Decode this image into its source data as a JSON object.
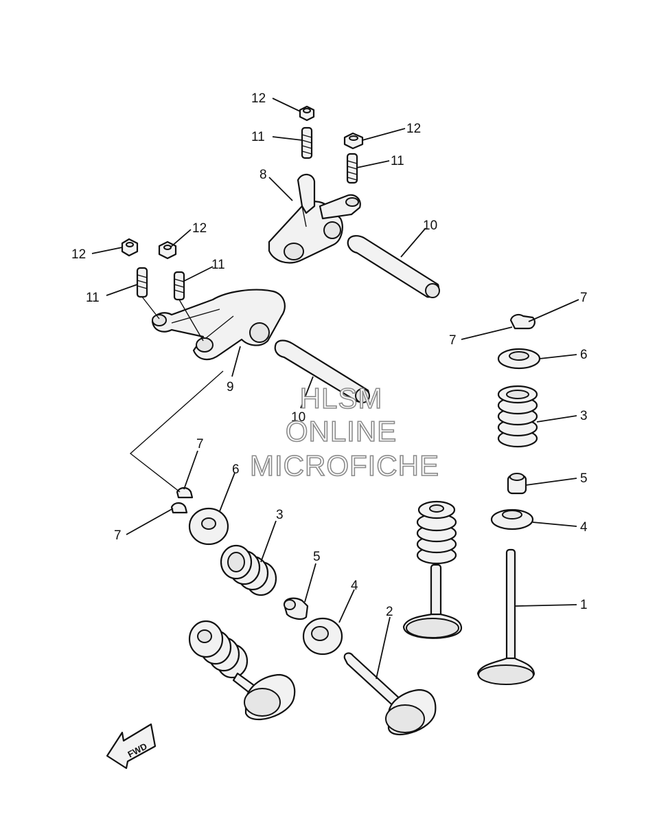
{
  "watermark": {
    "line1": "HLSM",
    "line2": "ONLINE",
    "line3": "MICROFICHE"
  },
  "direction_arrow": {
    "text": "FWD",
    "icon": "fwd-arrow-icon"
  },
  "callouts": [
    {
      "id": "c1",
      "text": "12"
    },
    {
      "id": "c2",
      "text": "11"
    },
    {
      "id": "c3",
      "text": "12"
    },
    {
      "id": "c4",
      "text": "11"
    },
    {
      "id": "c5",
      "text": "8"
    },
    {
      "id": "c6",
      "text": "10"
    },
    {
      "id": "c7",
      "text": "12"
    },
    {
      "id": "c8",
      "text": "12"
    },
    {
      "id": "c9",
      "text": "11"
    },
    {
      "id": "c10",
      "text": "11"
    },
    {
      "id": "c11",
      "text": "9"
    },
    {
      "id": "c12",
      "text": "10"
    },
    {
      "id": "c13",
      "text": "7"
    },
    {
      "id": "c14",
      "text": "7"
    },
    {
      "id": "c15",
      "text": "6"
    },
    {
      "id": "c16",
      "text": "3"
    },
    {
      "id": "c17",
      "text": "5"
    },
    {
      "id": "c18",
      "text": "4"
    },
    {
      "id": "c19",
      "text": "1"
    },
    {
      "id": "c20",
      "text": "7"
    },
    {
      "id": "c21",
      "text": "7"
    },
    {
      "id": "c22",
      "text": "6"
    },
    {
      "id": "c23",
      "text": "3"
    },
    {
      "id": "c24",
      "text": "5"
    },
    {
      "id": "c25",
      "text": "4"
    },
    {
      "id": "c26",
      "text": "2"
    }
  ]
}
